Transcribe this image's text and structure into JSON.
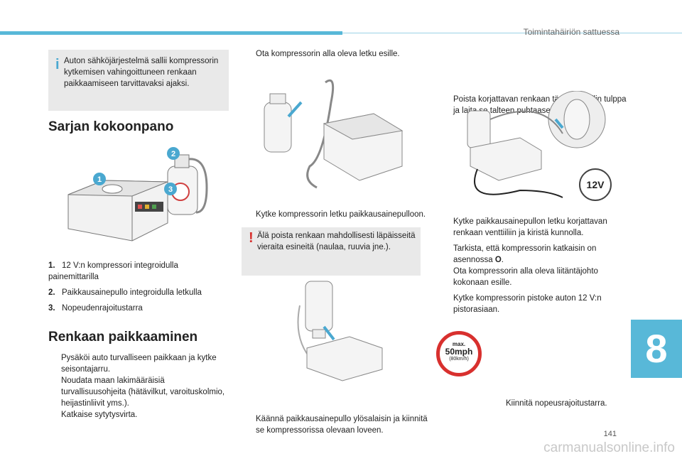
{
  "header": {
    "title": "Toimintahäiriön sattuessa"
  },
  "info_note": {
    "icon": "info-icon",
    "text": "Auton sähköjärjestelmä sallii kompressorin kytkemisen vahingoittuneen renkaan paikkaamiseen tarvittavaksi ajaksi."
  },
  "kit_section": {
    "title": "Sarjan kokoonpano",
    "callouts": [
      "1",
      "2",
      "3"
    ],
    "items": [
      {
        "num": "1.",
        "text": "12 V:n kompressori integroidulla painemittarilla"
      },
      {
        "num": "2.",
        "text": "Paikkausainepullo integroidulla letkulla"
      },
      {
        "num": "3.",
        "text": "Nopeudenrajoitustarra"
      }
    ]
  },
  "repair_section": {
    "title": "Renkaan paikkaaminen",
    "steps": [
      "Pysäköi auto turvalliseen paikkaan ja kytke seisontajarru.",
      "Noudata maan lakimääräisiä turvallisuusohjeita (hätävilkut, varoituskolmio, heijastinliivit yms.).",
      "Katkaise sytytysvirta."
    ]
  },
  "bullet_glyph": "",
  "column2": {
    "step_hose_out": "Ota kompressorin alla oleva letku esille.",
    "step_connect_hose": "Kytke kompressorin letku paikkausainepulloon.",
    "warning": {
      "icon": "warning-icon",
      "text": "Älä poista renkaan mahdollisesti läpäisseitä vieraita esineitä (naulaa, ruuvia jne.)."
    },
    "step_turn_bottle": "Käännä paikkausainepullo ylösalaisin ja kiinnitä se kompressorissa olevaan loveen."
  },
  "column3": {
    "step_remove_cap": "Poista korjattavan renkaan täyttöventtiilin tulppa ja laita se talteen puhtaaseen paikkaan.",
    "socket_label": "12V",
    "steps": [
      {
        "text": "Kytke paikkausainepullon letku korjattavan renkaan venttiiliin ja kiristä kunnolla."
      },
      {
        "text": "Tarkista, että kompressorin katkaisin on asennossa ",
        "bold": "O",
        "after": "."
      },
      {
        "text": "Ota kompressorin alla oleva liitäntäjohto kokonaan esille."
      },
      {
        "text": "Kytke kompressorin pistoke auton 12 V:n pistorasiaan."
      }
    ],
    "speed_sticker": {
      "line1": "max.",
      "line2": "50mph",
      "line3": "(80km/h)"
    },
    "step_sticker": "Kiinnitä nopeusrajoitustarra."
  },
  "chapter_number": "8",
  "page_number": "141",
  "watermark": "carmanualsonline.info"
}
